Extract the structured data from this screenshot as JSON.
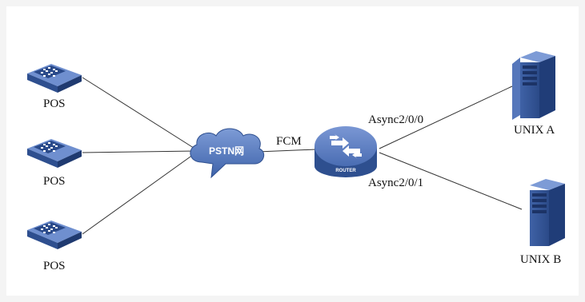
{
  "nodes": {
    "pos": [
      {
        "label": "POS"
      },
      {
        "label": "POS"
      },
      {
        "label": "POS"
      }
    ],
    "pstn": {
      "label": "PSTN网"
    },
    "router": {
      "label": "ROUTER"
    },
    "servers": [
      {
        "label": "UNIX A"
      },
      {
        "label": "UNIX B"
      }
    ]
  },
  "links": {
    "fcm": "FCM",
    "async0": "Async2/0/0",
    "async1": "Async2/0/1"
  },
  "colors": {
    "device_blue": "#2e4f8f",
    "device_light": "#6f8fcf",
    "line": "#333333"
  }
}
